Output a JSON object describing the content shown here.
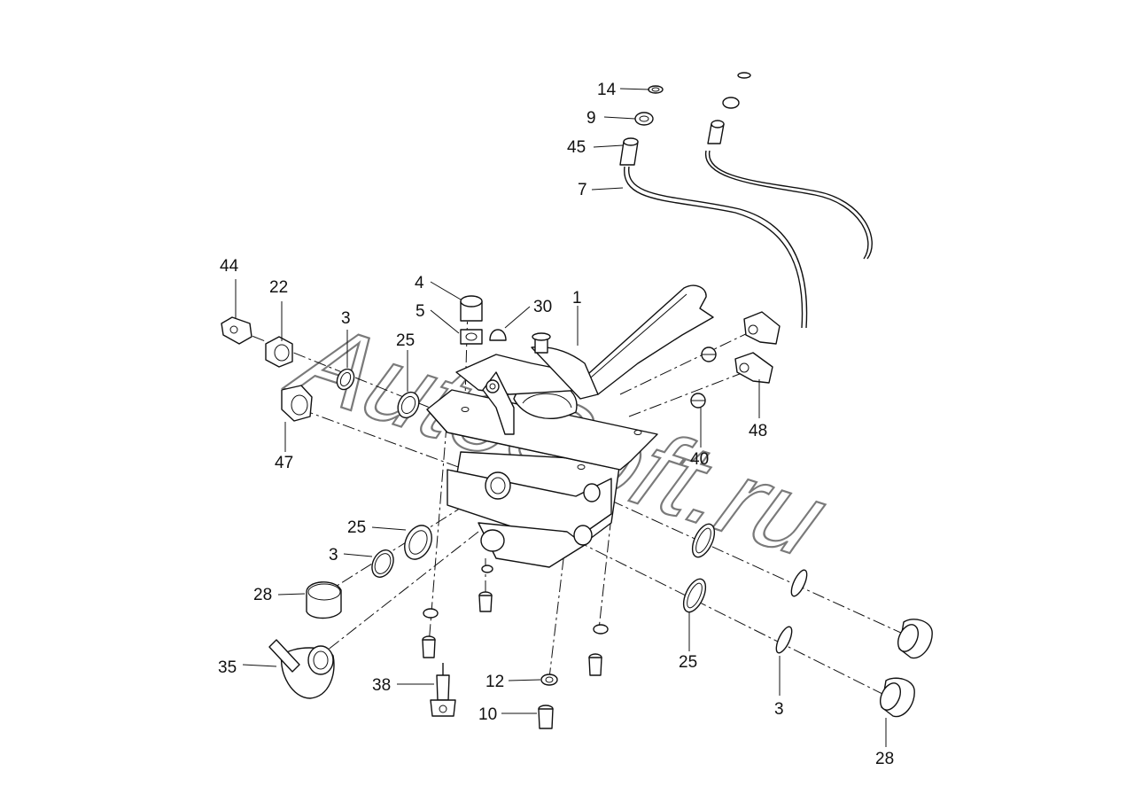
{
  "watermark": "AutoSoft.ru",
  "callouts": {
    "c14": "14",
    "c9": "9",
    "c45": "45",
    "c7": "7",
    "c44": "44",
    "c22": "22",
    "c3_top": "3",
    "c25_top": "25",
    "c4": "4",
    "c5": "5",
    "c30": "30",
    "c1": "1",
    "c47": "47",
    "c48": "48",
    "c40": "40",
    "c25_left": "25",
    "c3_left": "3",
    "c28_left": "28",
    "c35": "35",
    "c38": "38",
    "c12": "12",
    "c10": "10",
    "c25_bottom": "25",
    "c3_bottom": "3",
    "c28_bottom": "28"
  }
}
